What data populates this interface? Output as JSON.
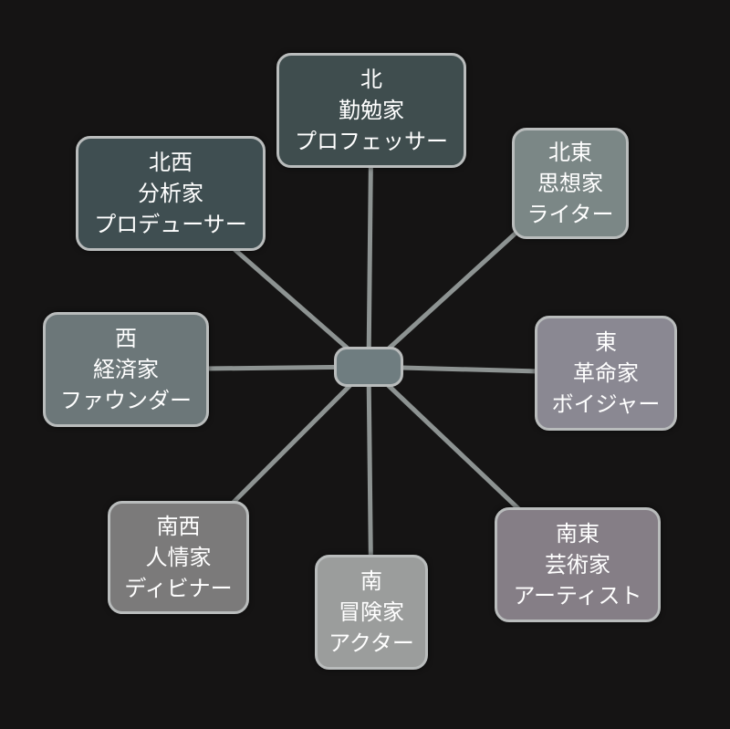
{
  "colors": {
    "background": "#151414",
    "border": "#b9bcbc",
    "link": "#8d9392",
    "hub": "#6f7d80"
  },
  "nodes": [
    {
      "id": "n",
      "lines": [
        "北",
        "勤勉家",
        "プロフェッサー"
      ],
      "color": "#3f4d4e"
    },
    {
      "id": "ne",
      "lines": [
        "北東",
        "思想家",
        "ライター"
      ],
      "color": "#7b8786"
    },
    {
      "id": "e",
      "lines": [
        "東",
        "革命家",
        "ボイジャー"
      ],
      "color": "#8a8892"
    },
    {
      "id": "se",
      "lines": [
        "南東",
        "芸術家",
        "アーティスト"
      ],
      "color": "#857e86"
    },
    {
      "id": "s",
      "lines": [
        "南",
        "冒険家",
        "アクター"
      ],
      "color": "#9b9d9c"
    },
    {
      "id": "sw",
      "lines": [
        "南西",
        "人情家",
        "ディビナー"
      ],
      "color": "#7b7a7a"
    },
    {
      "id": "w",
      "lines": [
        "西",
        "経済家",
        "ファウンダー"
      ],
      "color": "#6c7779"
    },
    {
      "id": "nw",
      "lines": [
        "北西",
        "分析家",
        "プロデューサー"
      ],
      "color": "#3f4e51"
    }
  ]
}
